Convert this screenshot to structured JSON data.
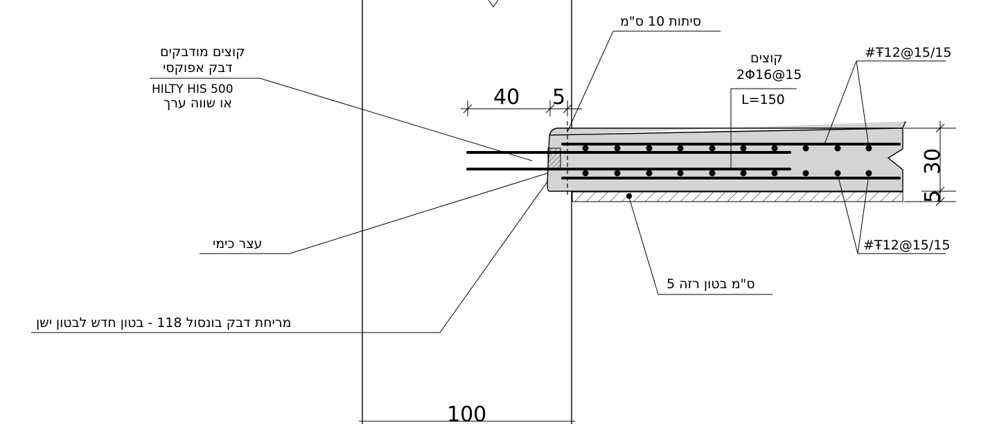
{
  "labels": {
    "spacing_top": "סיתות 10 ס\"מ",
    "anchors_line1": "קוצים מודבקים",
    "anchors_line2": "דבק אפוקסי",
    "anchors_line3": "HILTY HIS 500",
    "anchors_line4": "או שווה ערך",
    "dowels_title": "קוצים",
    "dowels_spec": "2Φ16@15",
    "dowels_length": "L=150",
    "mesh_top": "#Ŧ12@15/15",
    "mesh_bottom": "#Ŧ12@15/15",
    "chemical_stop": "עצר כימי",
    "blinding": "5 ס\"מ בטון רזה",
    "bonding": "מריחת דבק בונסול 118 - בטון חדש לבטון ישן"
  },
  "dimensions": {
    "d40": "40",
    "d5_top": "5",
    "d30": "30",
    "d5_side": "5",
    "d100": "100"
  }
}
